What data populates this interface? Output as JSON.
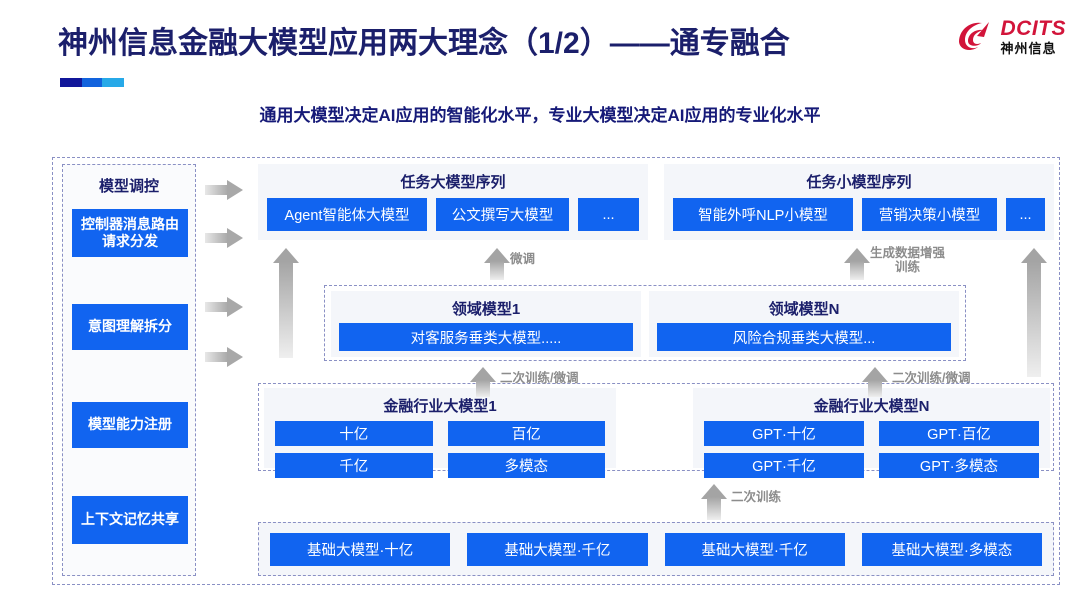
{
  "header": {
    "title": "神州信息金融大模型应用两大理念（1/2）——通专融合",
    "subtitle": "通用大模型决定AI应用的智能化水平，专业大模型决定AI应用的专业化水平",
    "logo_en": "DCITS",
    "logo_cn": "神州信息",
    "accent_colors": [
      "#11179a",
      "#1263dd",
      "#27a9e8"
    ],
    "title_color": "#1b1f6b",
    "logo_color": "#d2143a"
  },
  "sidebar": {
    "title": "模型调控",
    "items": [
      {
        "label": "控制器消息路由请求分发"
      },
      {
        "label": "意图理解拆分"
      },
      {
        "label": "模型能力注册"
      },
      {
        "label": "上下文记忆共享"
      }
    ]
  },
  "diagram": {
    "accent_blue": "#1164f0",
    "panel_bg": "#f4f6fa",
    "task_large": {
      "title": "任务大模型序列",
      "chips": [
        "Agent智能体大模型",
        "公文撰写大模型",
        "..."
      ]
    },
    "task_small": {
      "title": "任务小模型序列",
      "chips": [
        "智能外呼NLP小模型",
        "营销决策小模型",
        "..."
      ]
    },
    "domain_1": {
      "title": "领域模型1",
      "chips": [
        "对客服务垂类大模型....."
      ]
    },
    "domain_n": {
      "title": "领域模型N",
      "chips": [
        "风险合规垂类大模型..."
      ]
    },
    "industry_1": {
      "title": "金融行业大模型1",
      "chips": [
        "十亿",
        "百亿",
        "千亿",
        "多模态"
      ]
    },
    "industry_n": {
      "title": "金融行业大模型N",
      "chips": [
        "GPT·十亿",
        "GPT·百亿",
        "GPT·千亿",
        "GPT·多模态"
      ]
    },
    "base": {
      "chips": [
        "基础大模型·十亿",
        "基础大模型·千亿",
        "基础大模型·千亿",
        "基础大模型·多模态"
      ]
    },
    "arrow_labels": {
      "fine_tune": "微调",
      "gen_data_aug": "生成数据增强\n训练",
      "second_train_tune_1": "二次训练/微调",
      "second_train_tune_2": "二次训练/微调",
      "second_train": "二次训练"
    }
  }
}
